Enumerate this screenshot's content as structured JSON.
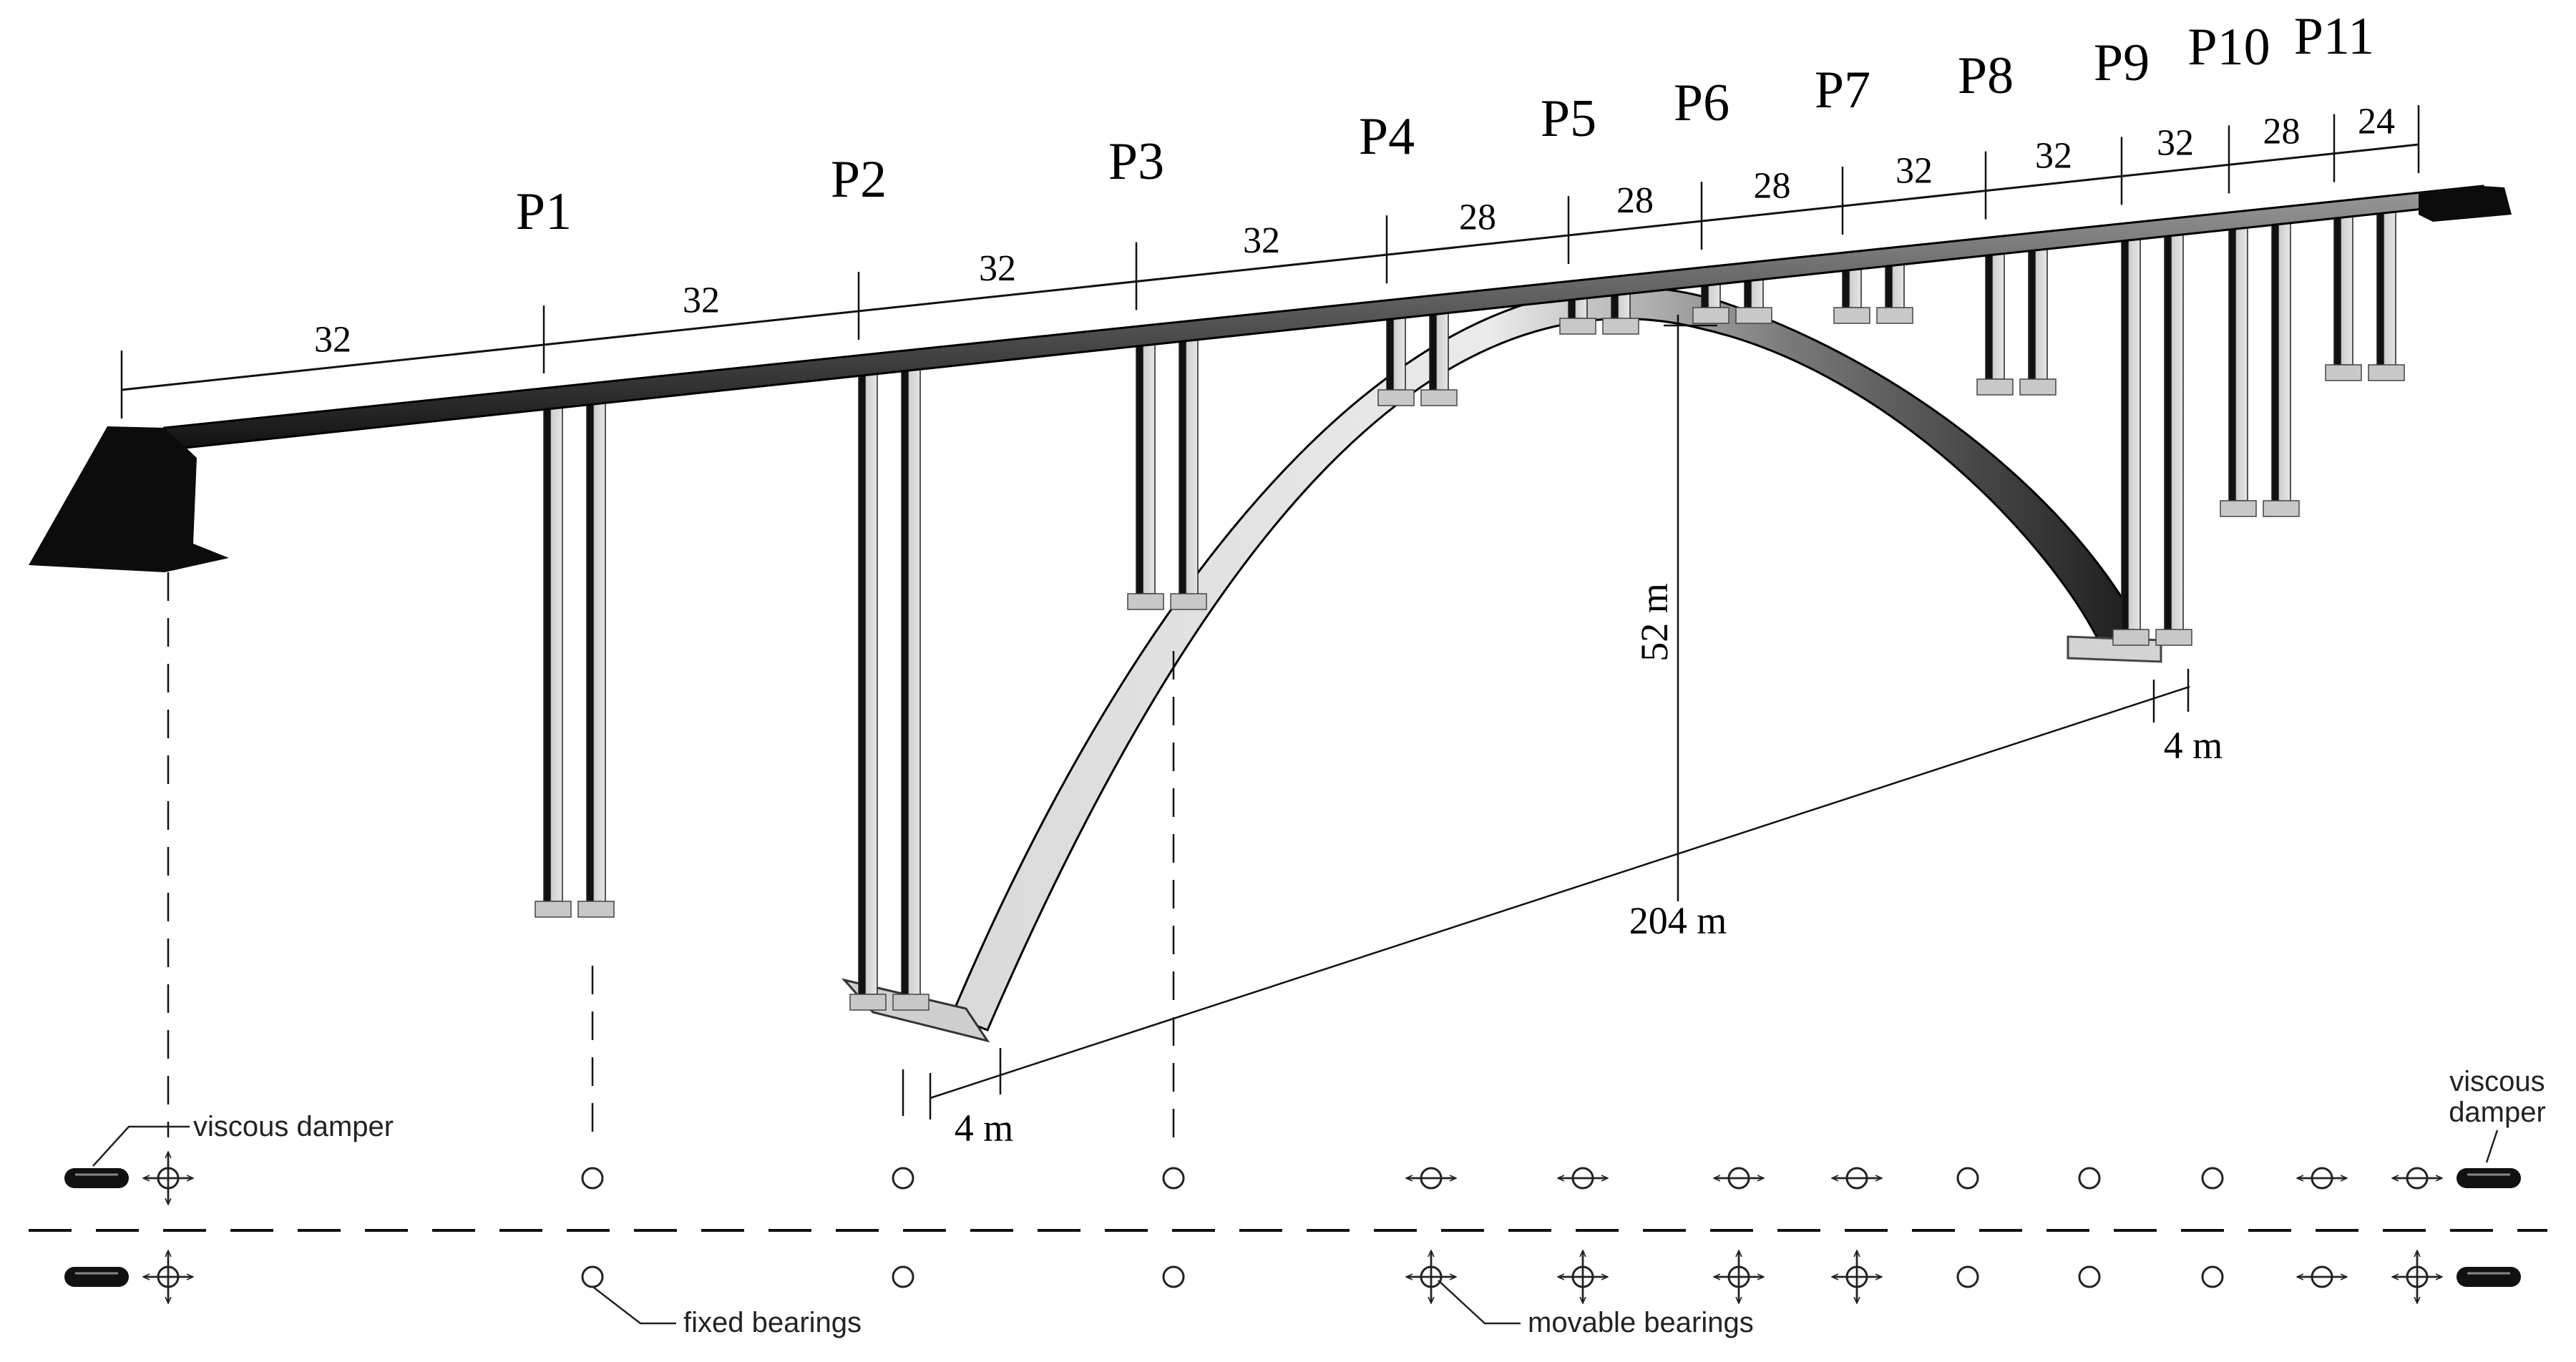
{
  "piers": [
    "P1",
    "P2",
    "P3",
    "P4",
    "P5",
    "P6",
    "P7",
    "P8",
    "P9",
    "P10",
    "P11"
  ],
  "spans": [
    "32",
    "32",
    "32",
    "32",
    "28",
    "28",
    "28",
    "32",
    "32",
    "32",
    "28",
    "24"
  ],
  "dimensions": {
    "arch_rise": "52 m",
    "arch_span": "204 m",
    "offset_left": "4 m",
    "offset_right": "4 m"
  },
  "legend": {
    "viscous_damper_left": "viscous damper",
    "viscous_damper_right_line1": "viscous",
    "viscous_damper_right_line2": "damper",
    "fixed_bearings": "fixed bearings",
    "movable_bearings": "movable bearings"
  },
  "bearing_plan": {
    "top_row": [
      "damper+movable",
      "fixed",
      "fixed",
      "fixed",
      "movable-long",
      "movable-long",
      "movable-long",
      "movable-long",
      "fixed",
      "fixed",
      "fixed",
      "movable-long",
      "movable-long+damper"
    ],
    "bottom_row": [
      "damper+movable",
      "fixed",
      "fixed",
      "fixed",
      "movable-both",
      "movable-both",
      "movable-both",
      "movable-both",
      "fixed",
      "fixed",
      "fixed",
      "movable-long",
      "movable-both+damper"
    ]
  }
}
